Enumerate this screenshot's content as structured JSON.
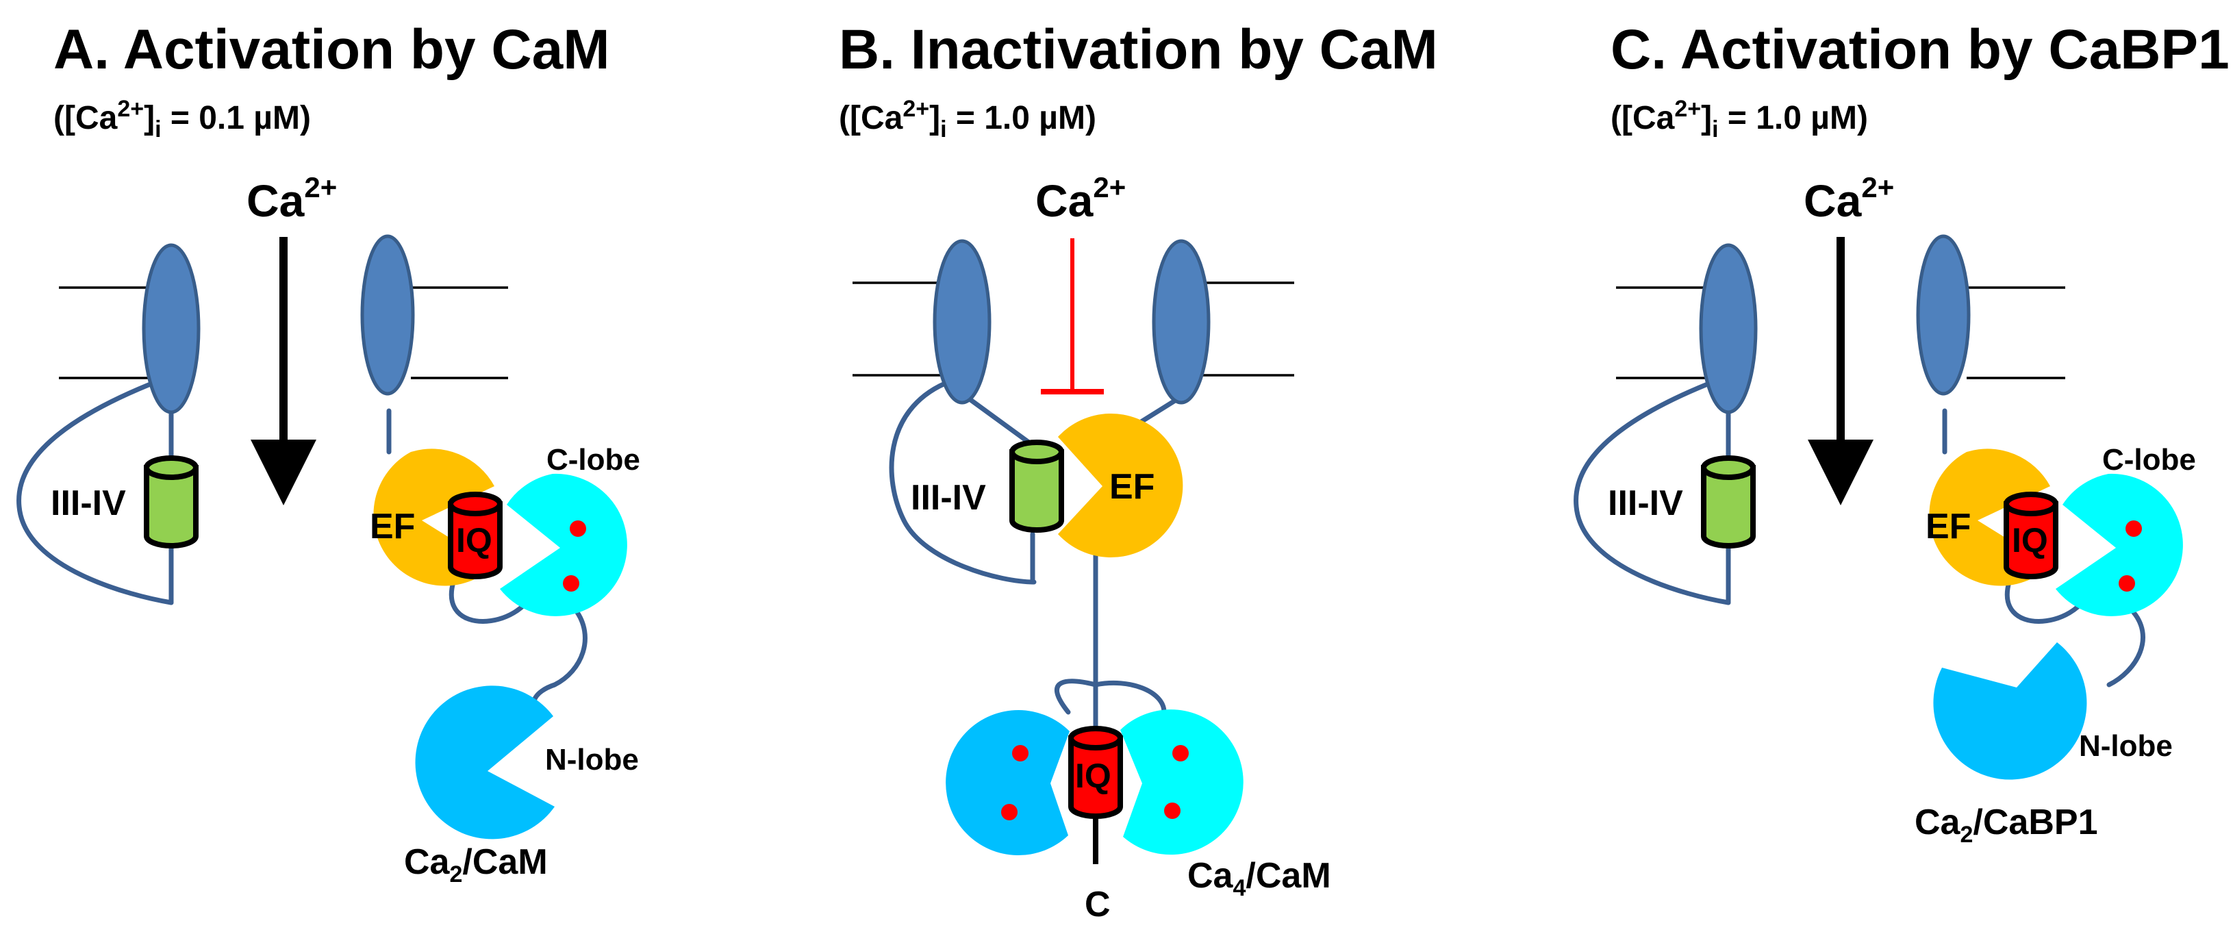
{
  "panels": [
    {
      "title": "A. Activation by CaM",
      "condition": {
        "pre": "([Ca",
        "sup": "2+",
        "mid": "]",
        "sub": "i",
        "post": " = 0.1 µM)"
      },
      "ion": {
        "base": "Ca",
        "sup": "2+"
      },
      "domain_labels": {
        "linker": "III-IV",
        "ef": "EF",
        "iq": "IQ",
        "c_lobe": "C-lobe",
        "n_lobe": "N-lobe"
      },
      "complex": {
        "base": "Ca",
        "sub": "2",
        "rest": "/CaM"
      },
      "ion_flow": "permitted"
    },
    {
      "title": "B. Inactivation by CaM",
      "condition": {
        "pre": "([Ca",
        "sup": "2+",
        "mid": "]",
        "sub": "i",
        "post": " = 1.0 µM)"
      },
      "ion": {
        "base": "Ca",
        "sup": "2+"
      },
      "domain_labels": {
        "linker": "III-IV",
        "ef": "EF",
        "iq": "IQ",
        "c_terminus": "C"
      },
      "complex": {
        "base": "Ca",
        "sub": "4",
        "rest": "/CaM"
      },
      "ion_flow": "blocked"
    },
    {
      "title": "C. Activation by CaBP1",
      "condition": {
        "pre": "([Ca",
        "sup": "2+",
        "mid": "]",
        "sub": "i",
        "post": " = 1.0 µM)"
      },
      "ion": {
        "base": "Ca",
        "sup": "2+"
      },
      "domain_labels": {
        "linker": "III-IV",
        "ef": "EF",
        "iq": "IQ",
        "c_lobe": "C-lobe",
        "n_lobe": "N-lobe"
      },
      "complex": {
        "base": "Ca",
        "sub": "2",
        "rest": "/CaBP1"
      },
      "ion_flow": "permitted"
    }
  ],
  "colors": {
    "helix": "#4f81bd",
    "tether": "#3b5f91",
    "linker_domain": "#92d050",
    "iq_domain": "#ff0000",
    "ef_domain": "#ffc000",
    "c_lobe": "#00ffff",
    "n_lobe": "#00bfff",
    "calcium_dot": "#ff0000",
    "block_arrow": "#ff0000"
  }
}
